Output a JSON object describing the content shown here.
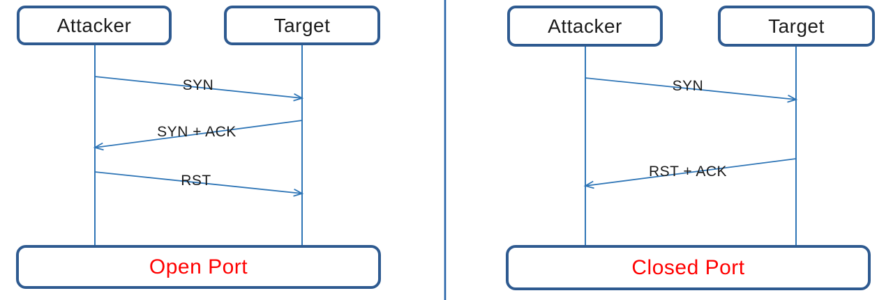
{
  "colors": {
    "box_border": "#2e5a90",
    "arrow_line": "#2e75b6",
    "divider": "#2563a8",
    "result_text": "#ff0000",
    "text": "#1a1a1a"
  },
  "diagrams": [
    {
      "name": "syn-scan-open-port",
      "actors": [
        {
          "label": "Attacker"
        },
        {
          "label": "Target"
        }
      ],
      "messages": [
        {
          "label": "SYN",
          "from": "Attacker",
          "to": "Target"
        },
        {
          "label": "SYN + ACK",
          "from": "Target",
          "to": "Attacker"
        },
        {
          "label": "RST",
          "from": "Attacker",
          "to": "Target"
        }
      ],
      "result_label": "Open Port"
    },
    {
      "name": "syn-scan-closed-port",
      "actors": [
        {
          "label": "Attacker"
        },
        {
          "label": "Target"
        }
      ],
      "messages": [
        {
          "label": "SYN",
          "from": "Attacker",
          "to": "Target"
        },
        {
          "label": "RST + ACK",
          "from": "Target",
          "to": "Attacker"
        }
      ],
      "result_label": "Closed Port"
    }
  ]
}
